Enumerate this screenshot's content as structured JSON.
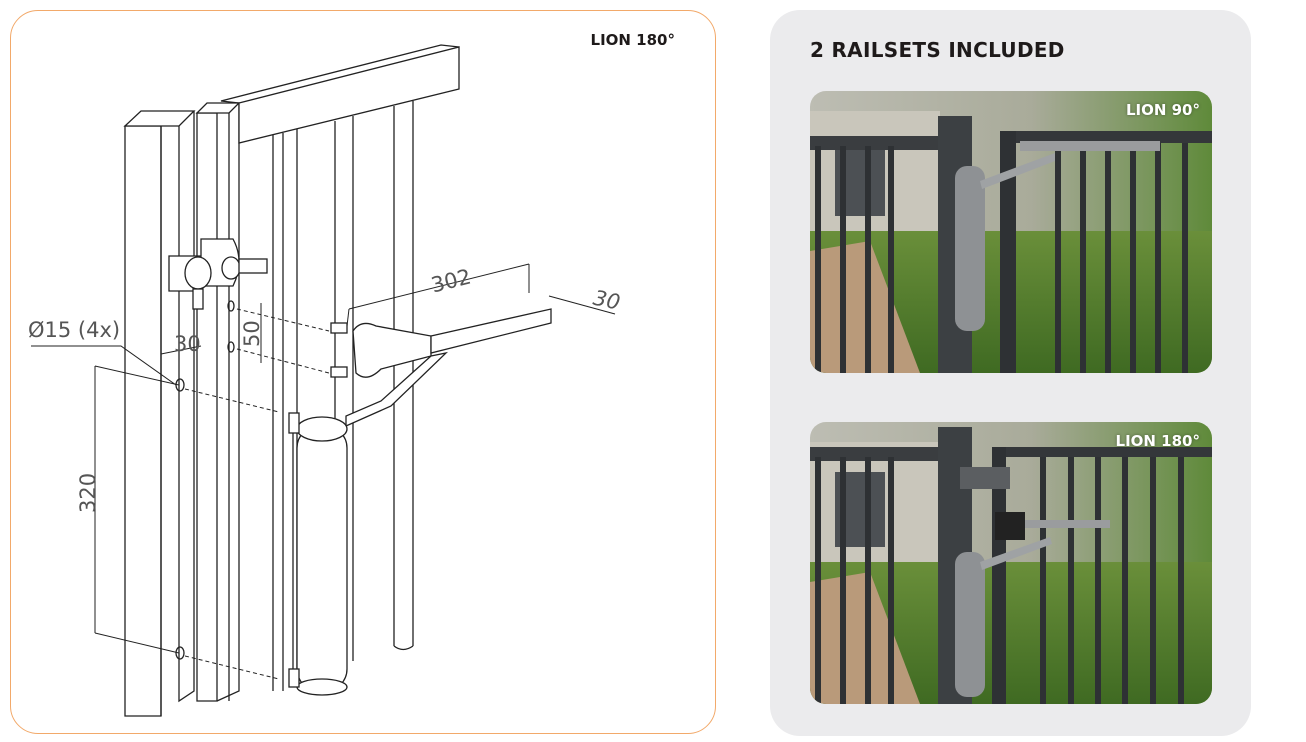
{
  "left_panel": {
    "title": "LION 180°",
    "dimensions": {
      "arm_length": "302",
      "arm_width": "30",
      "hole_spacing_vertical": "50",
      "hole_offset": "30",
      "hole_diameter": "Ø15 (4x)",
      "closer_height": "320"
    }
  },
  "right_panel": {
    "title": "2 RAILSETS INCLUDED",
    "photos": [
      {
        "label": "LION 90°"
      },
      {
        "label": "LION 180°"
      }
    ]
  },
  "colors": {
    "accent_border": "#f2a96a",
    "panel_bg": "#ebebed"
  }
}
